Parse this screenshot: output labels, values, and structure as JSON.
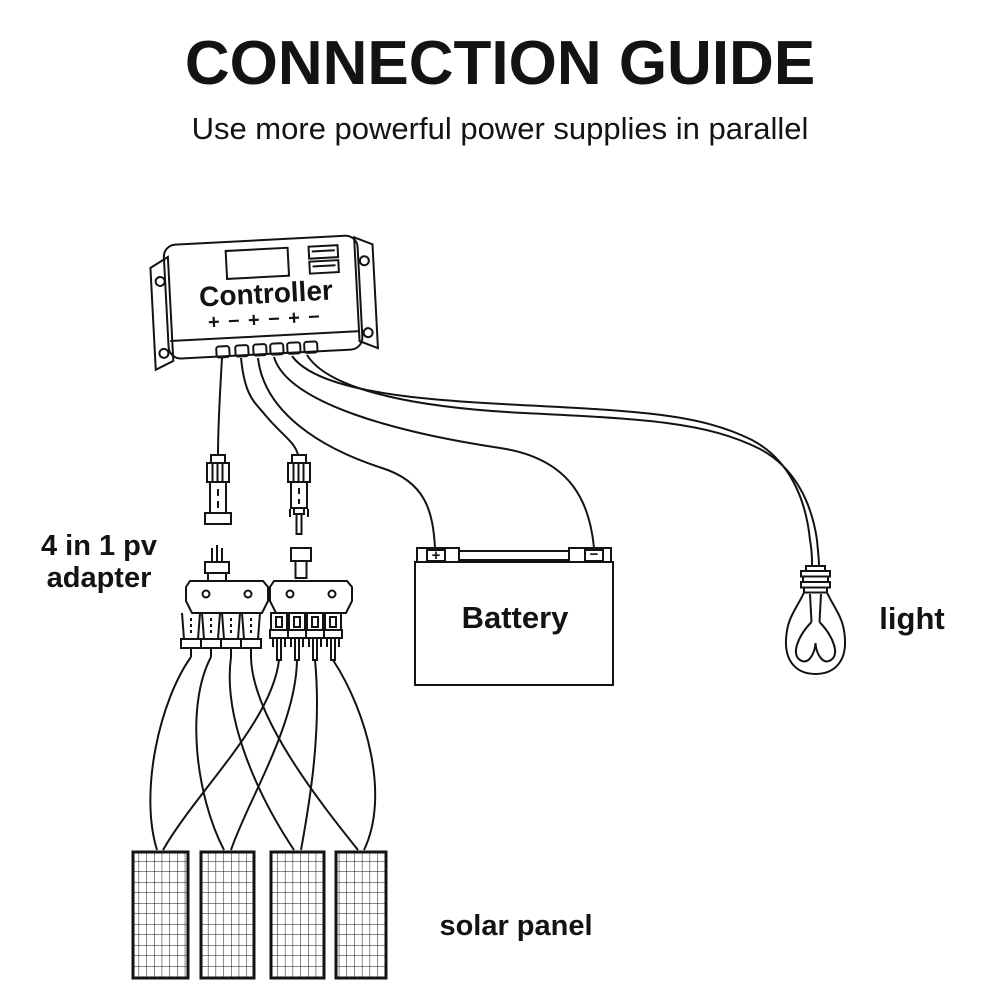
{
  "title": "CONNECTION GUIDE",
  "subtitle": "Use more powerful power supplies in parallel",
  "colors": {
    "ink": "#131313",
    "background": "#ffffff"
  },
  "controller": {
    "label": "Controller",
    "terminal_labels": [
      "+",
      "−",
      "+",
      "−",
      "+",
      "−"
    ]
  },
  "adapter": {
    "label_line1": "4 in 1 pv",
    "label_line2": "adapter"
  },
  "battery": {
    "label": "Battery",
    "positive_symbol": "+",
    "negative_symbol": "−"
  },
  "light": {
    "label": "light"
  },
  "solar_panel": {
    "label": "solar panel",
    "count": 4
  },
  "figures": {
    "controller": "charge-controller-icon",
    "pv_connectors": "mc4-connector-icons",
    "adapters": "four-in-one-pv-adapter-icons",
    "battery": "battery-icon",
    "light_bulb": "light-bulb-icon",
    "solar_panels": "solar-panel-grid-icons"
  }
}
